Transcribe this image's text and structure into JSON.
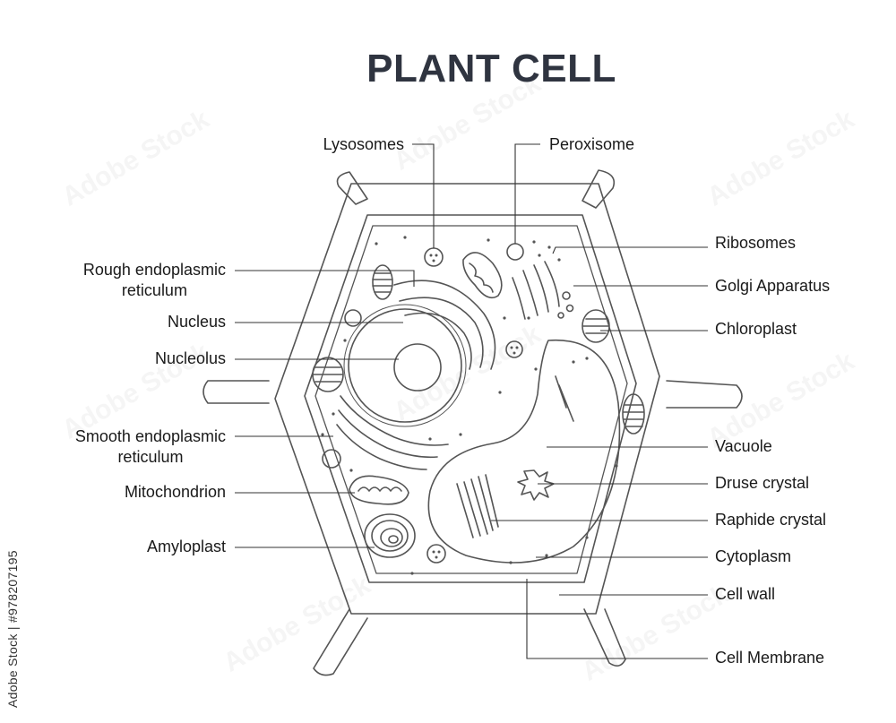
{
  "title": "PLANT CELL",
  "credit": "Adobe Stock | #978207195",
  "watermark": "Adobe Stock",
  "labels": {
    "lysosomes": "Lysosomes",
    "peroxisome": "Peroxisome",
    "ribosomes": "Ribosomes",
    "golgi": "Golgi Apparatus",
    "chloroplast": "Chloroplast",
    "rough_er": "Rough endoplasmic\nreticulum",
    "nucleus": "Nucleus",
    "nucleolus": "Nucleolus",
    "smooth_er": "Smooth endoplasmic\nreticulum",
    "mitochondrion": "Mitochondrion",
    "amyloplast": "Amyloplast",
    "vacuole": "Vacuole",
    "druse": "Druse crystal",
    "raphide": "Raphide crystal",
    "cytoplasm": "Cytoplasm",
    "cell_wall": "Cell wall",
    "cell_membrane": "Cell Membrane"
  }
}
